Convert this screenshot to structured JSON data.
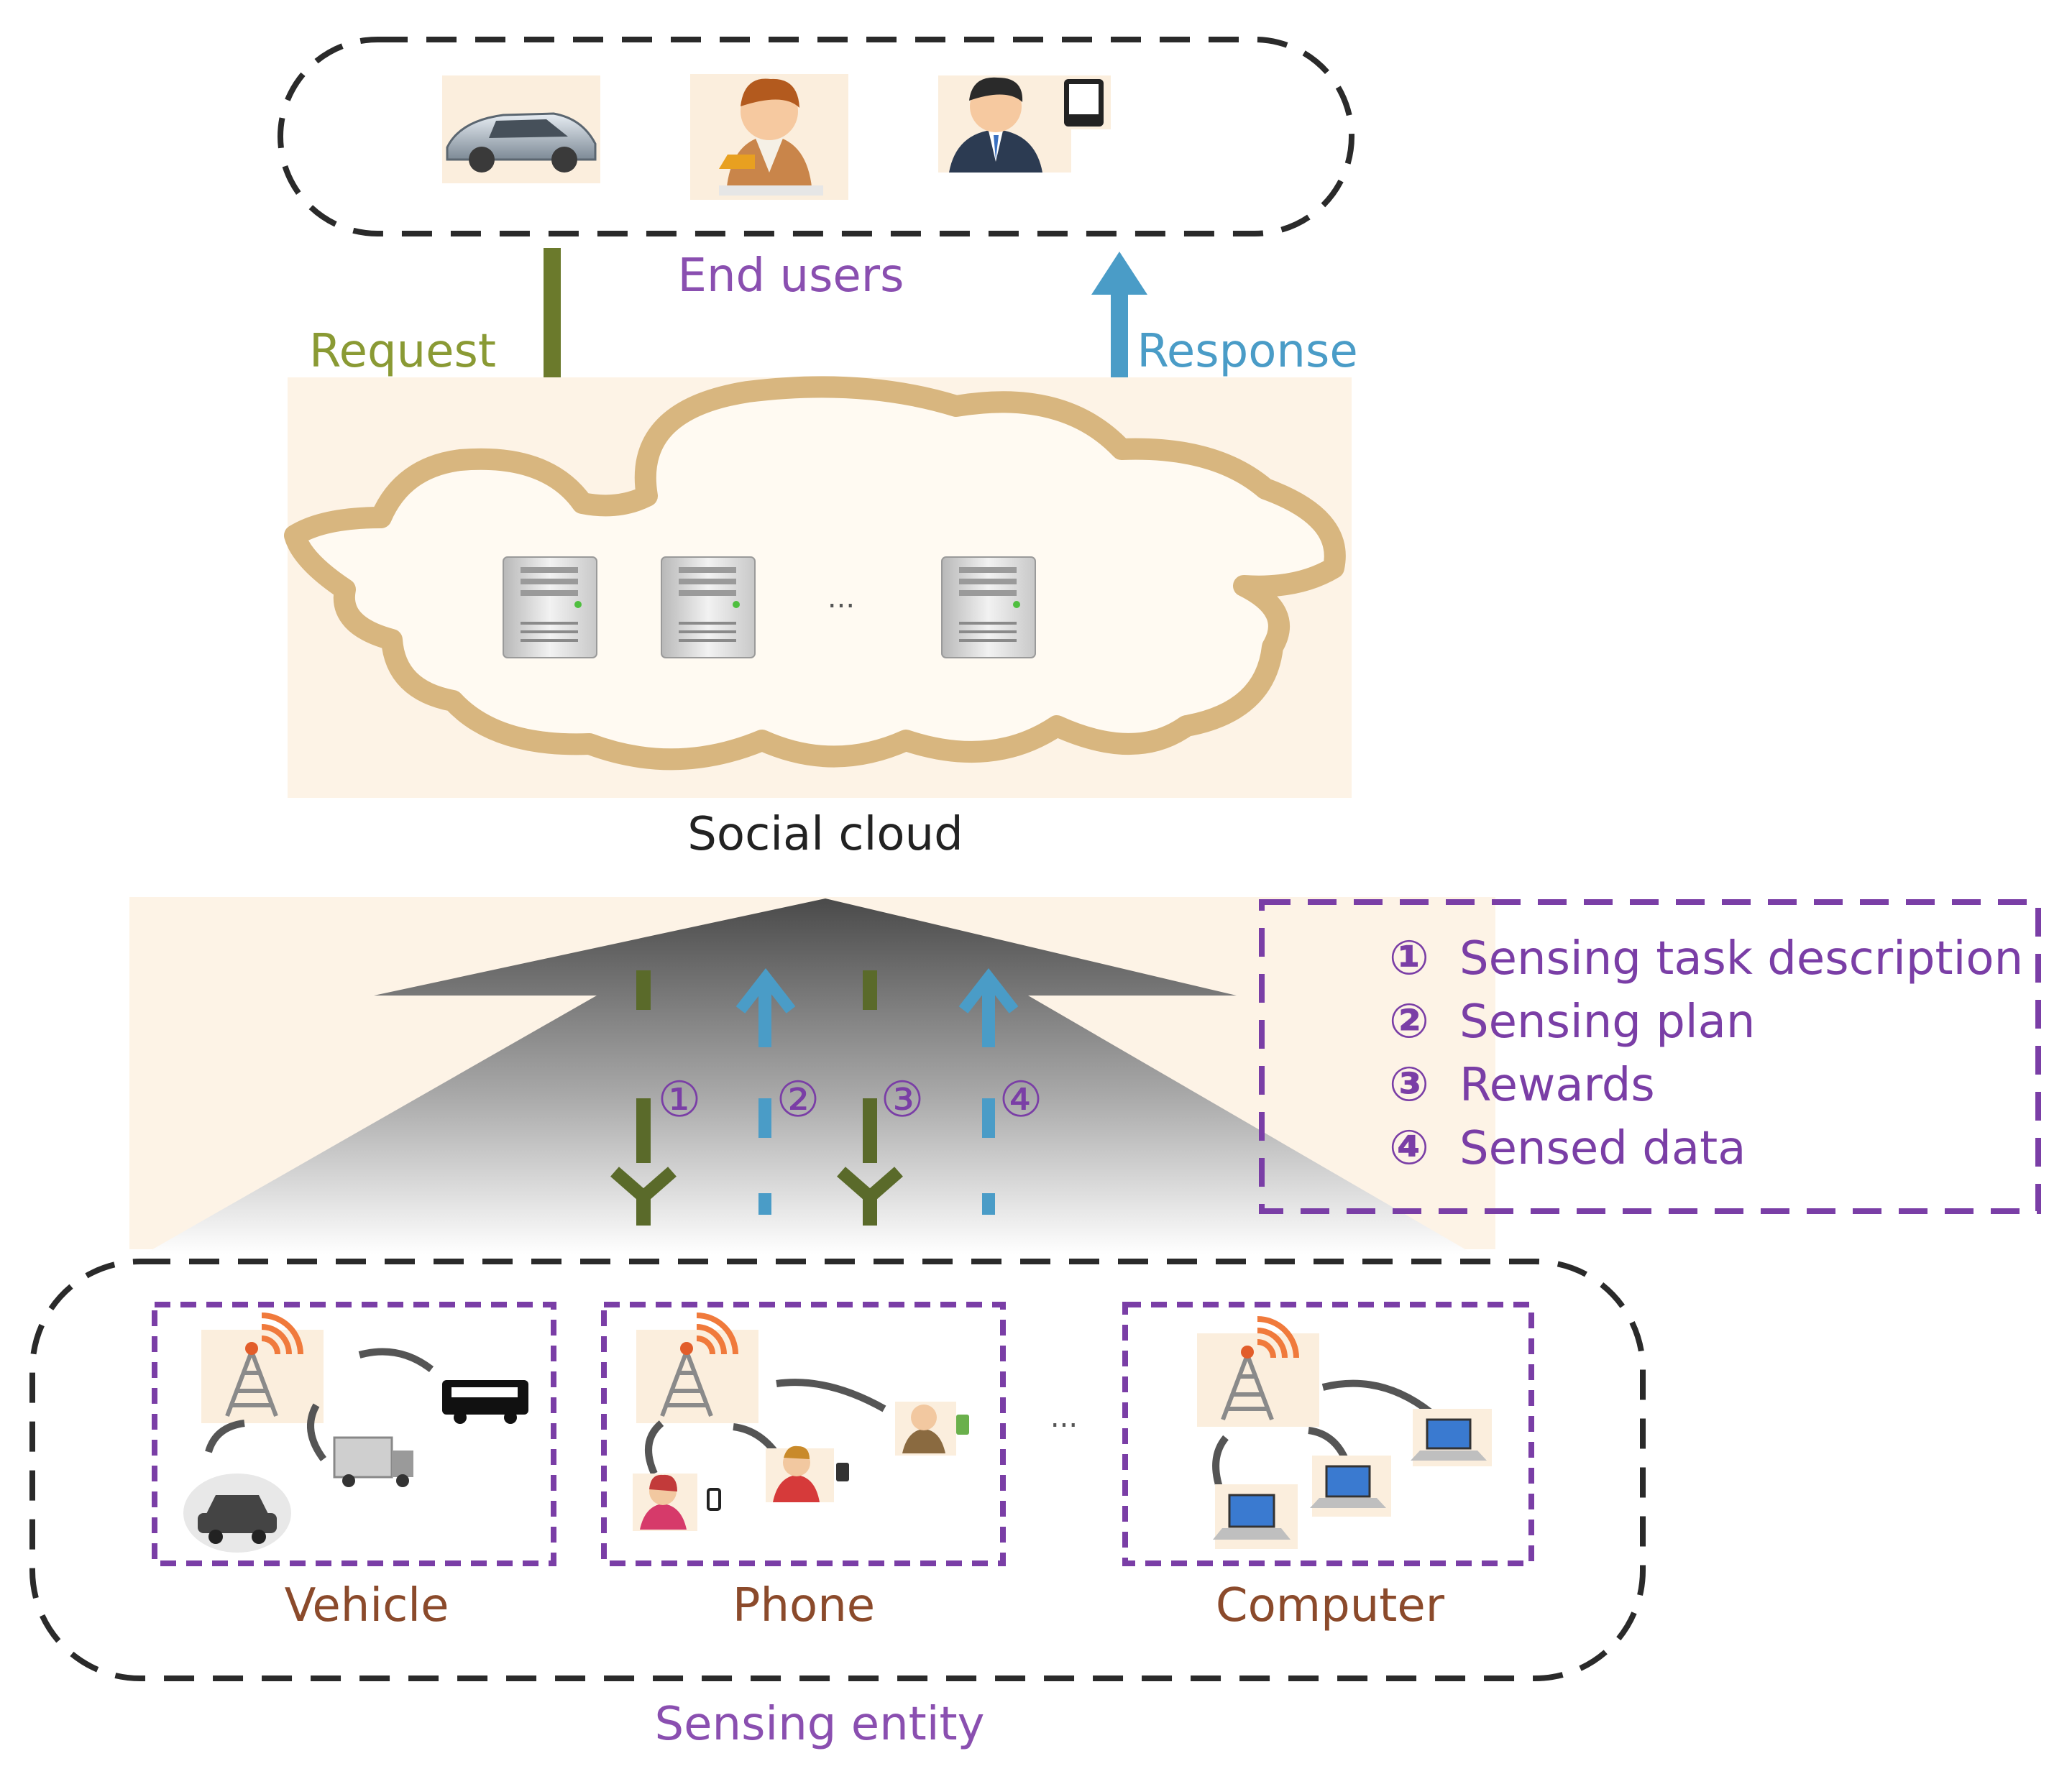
{
  "end_users": {
    "label": "End users",
    "icons": [
      "car-icon",
      "person-at-desk-icon",
      "businessman-icon",
      "tablet-icon"
    ]
  },
  "flows": {
    "request_label": "Request",
    "response_label": "Response"
  },
  "cloud": {
    "label": "Social cloud",
    "ellipsis": "...",
    "icons": [
      "server-icon",
      "server-icon",
      "server-icon"
    ]
  },
  "steps": {
    "markers": [
      "①",
      "②",
      "③",
      "④"
    ],
    "legend": [
      {
        "number": "①",
        "text": "Sensing task description"
      },
      {
        "number": "②",
        "text": "Sensing plan"
      },
      {
        "number": "③",
        "text": "Rewards"
      },
      {
        "number": "④",
        "text": "Sensed data"
      }
    ]
  },
  "sensing": {
    "label": "Sensing entity",
    "ellipsis": "...",
    "groups": [
      {
        "label": "Vehicle",
        "icons": [
          "antenna-tower-icon",
          "bus-icon",
          "truck-icon",
          "car-icon"
        ]
      },
      {
        "label": "Phone",
        "icons": [
          "antenna-tower-icon",
          "user-with-phone-icon",
          "user-with-phone-icon",
          "user-with-phone-icon"
        ]
      },
      {
        "label": "Computer",
        "icons": [
          "antenna-tower-icon",
          "laptop-icon",
          "laptop-icon",
          "laptop-icon"
        ]
      }
    ]
  },
  "colors": {
    "request_arrow": "#6b7a2c",
    "response_arrow": "#4a9cc7",
    "purple": "#7a3ea6",
    "label_purple": "#8a4fb0",
    "cloud_outline": "#d8b67f",
    "cloud_bg": "#fdf3e6",
    "brown_text": "#8b4a2b",
    "dark_text": "#222222",
    "dash_black": "#2a2a2a"
  }
}
